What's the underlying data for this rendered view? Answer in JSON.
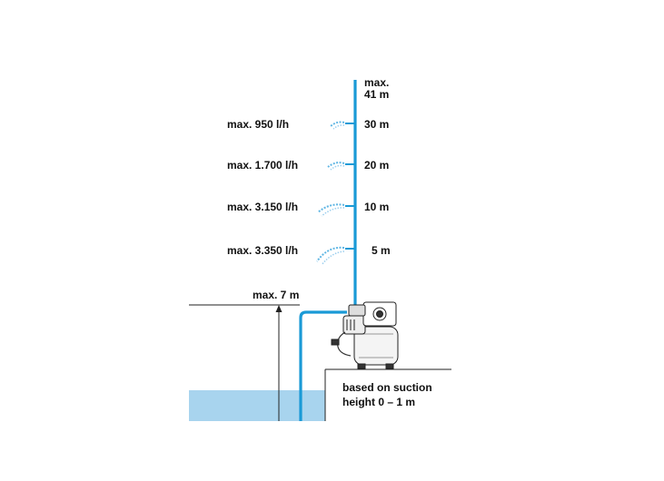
{
  "diagram": {
    "max_head": {
      "line1": "max.",
      "line2": "41 m"
    },
    "levels": [
      {
        "flow": "max. 950 l/h",
        "height": "30 m"
      },
      {
        "flow": "max. 1.700 l/h",
        "height": "20 m"
      },
      {
        "flow": "max. 3.150 l/h",
        "height": "10 m"
      },
      {
        "flow": "max. 3.350 l/h",
        "height": "5 m"
      }
    ],
    "suction_max": "max. 7 m",
    "note": {
      "line1": "based on suction",
      "line2": "height 0 – 1 m"
    },
    "colors": {
      "pipe": "#1a9ad6",
      "water": "#a8d4ee",
      "spray": "#5fb6e4"
    }
  }
}
